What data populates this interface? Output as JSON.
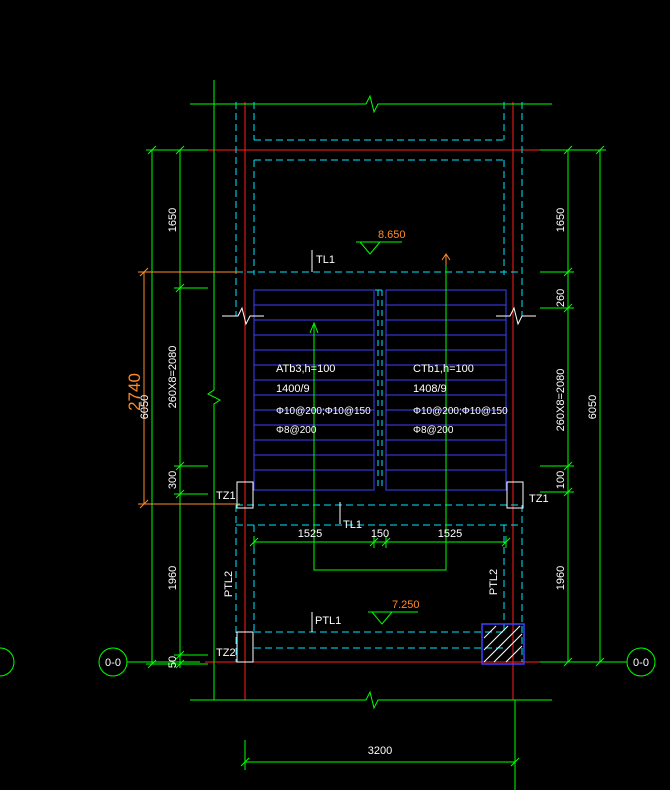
{
  "colors": {
    "background": "#000000",
    "dimension": "#00ff00",
    "axis": "#ff2020",
    "hidden": "#00e5ff",
    "stair": "#4040ff",
    "text": "#ffffff",
    "highlight": "#ff8a2a",
    "column": "#ffffff"
  },
  "dims": {
    "left_top": "1650",
    "left_flight": "260X8=2080",
    "left_bottom": "300",
    "left_overall": "6050",
    "left_landing": "1960",
    "left_small": "50",
    "right_top": "1650",
    "right_260": "260",
    "right_flight": "260X8=2080",
    "right_100": "100",
    "right_overall": "6050",
    "right_landing": "1960",
    "total_width": "3200",
    "flight_left": "1525",
    "gap": "150",
    "flight_right": "1525",
    "highlight": "2740"
  },
  "labels": {
    "tl1_top": "TL1",
    "tl1_mid": "TL1",
    "ptl1": "PTL1",
    "ptl2_left": "PTL2",
    "ptl2_right": "PTL2",
    "tz1_left": "TZ1",
    "tz1_right": "TZ1",
    "tz2": "TZ2",
    "axis_left": "0-0",
    "axis_right": "0-0",
    "elev_upper": "8.650",
    "elev_lower": "7.250"
  },
  "slab_left": {
    "name": "ATb3,h=100",
    "size": "1400/9",
    "rebar1": "Φ10@200;Φ10@150",
    "rebar2": "Φ8@200"
  },
  "slab_right": {
    "name": "CTb1,h=100",
    "size": "1408/9",
    "rebar1": "Φ10@200;Φ10@150",
    "rebar2": "Φ8@200"
  }
}
